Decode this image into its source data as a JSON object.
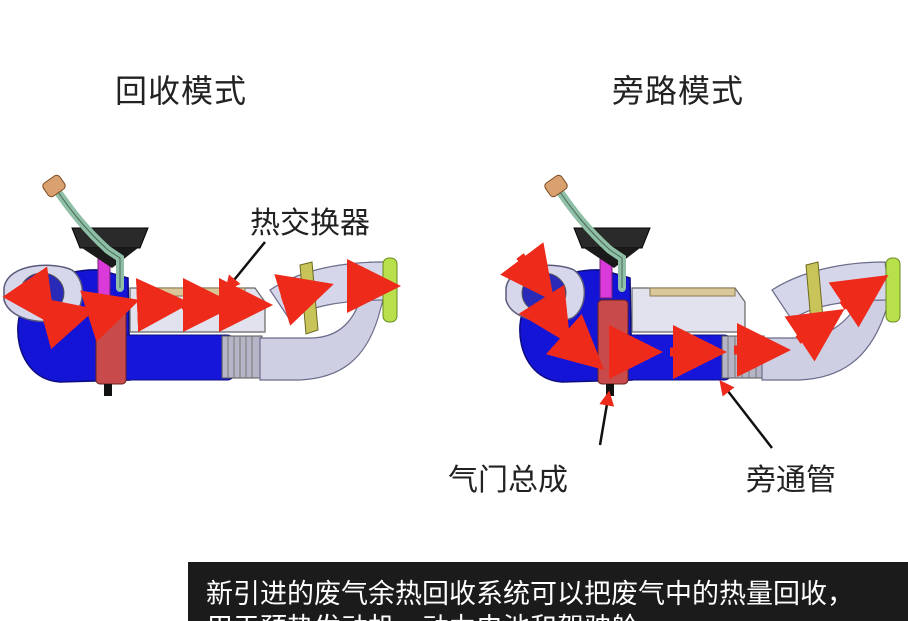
{
  "titles": {
    "left": "回收模式",
    "right": "旁路模式"
  },
  "labels": {
    "heat_exchanger": "热交换器",
    "valve_assembly": "气门总成",
    "bypass_pipe": "旁通管"
  },
  "caption": {
    "line1": "新引进的废气余热回收系统可以把废气中的热量回收，",
    "line2": "用于预热发动机、动力电池和驾驶舱"
  },
  "colors": {
    "pipe_blue": "#1414d6",
    "pipe_silver": "#c8c8e0",
    "flange_red": "#c84a4a",
    "arrow_red": "#ee2a1a",
    "flange_green": "#b7e04a",
    "exchanger_tan": "#d9c79a"
  }
}
